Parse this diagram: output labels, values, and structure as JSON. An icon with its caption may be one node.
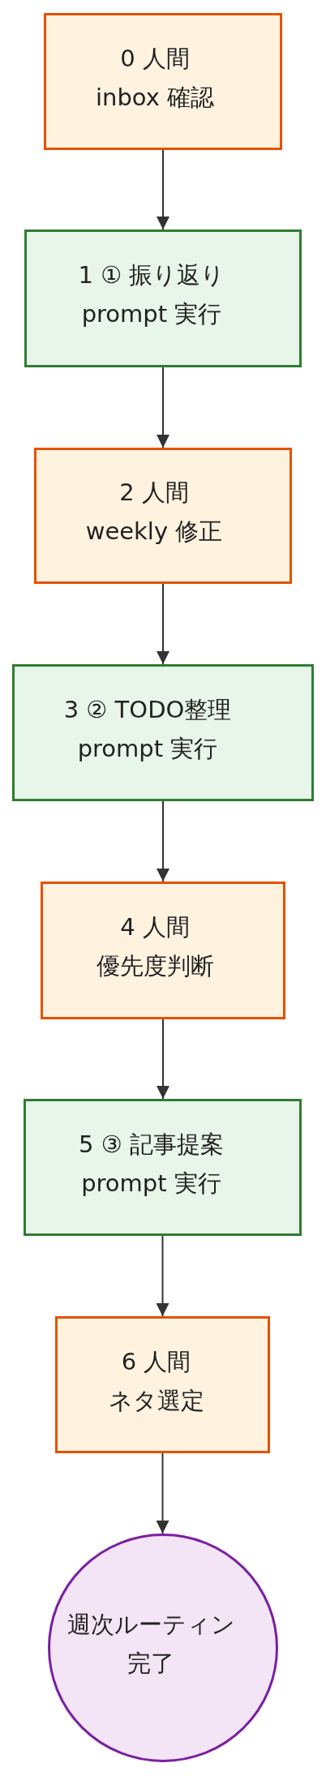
{
  "diagram": {
    "nodes": [
      {
        "text": [
          "0 人間",
          "inbox 確認"
        ]
      },
      {
        "text": [
          "1 ① 振り返り",
          "prompt 実行"
        ]
      },
      {
        "text": [
          "2 人間",
          "weekly 修正"
        ]
      },
      {
        "text": [
          "3 ② TODO整理",
          "prompt 実行"
        ]
      },
      {
        "text": [
          "4 人間",
          "優先度判断"
        ]
      },
      {
        "text": [
          "5 ③ 記事提案",
          "prompt 実行"
        ]
      },
      {
        "text": [
          "6 人間",
          "ネタ選定"
        ]
      },
      {
        "text": [
          "週次ルーティン完了"
        ]
      }
    ],
    "edges": [
      {
        "from": 0,
        "to": 1,
        "arrow": "to"
      },
      {
        "from": 1,
        "to": 2,
        "arrow": "to"
      },
      {
        "from": 2,
        "to": 3,
        "arrow": "to"
      },
      {
        "from": 3,
        "to": 4,
        "arrow": "to"
      },
      {
        "from": 4,
        "to": 5,
        "arrow": "to"
      },
      {
        "from": 5,
        "to": 6,
        "arrow": "to"
      },
      {
        "from": 6,
        "to": 7,
        "arrow": "to"
      }
    ]
  }
}
